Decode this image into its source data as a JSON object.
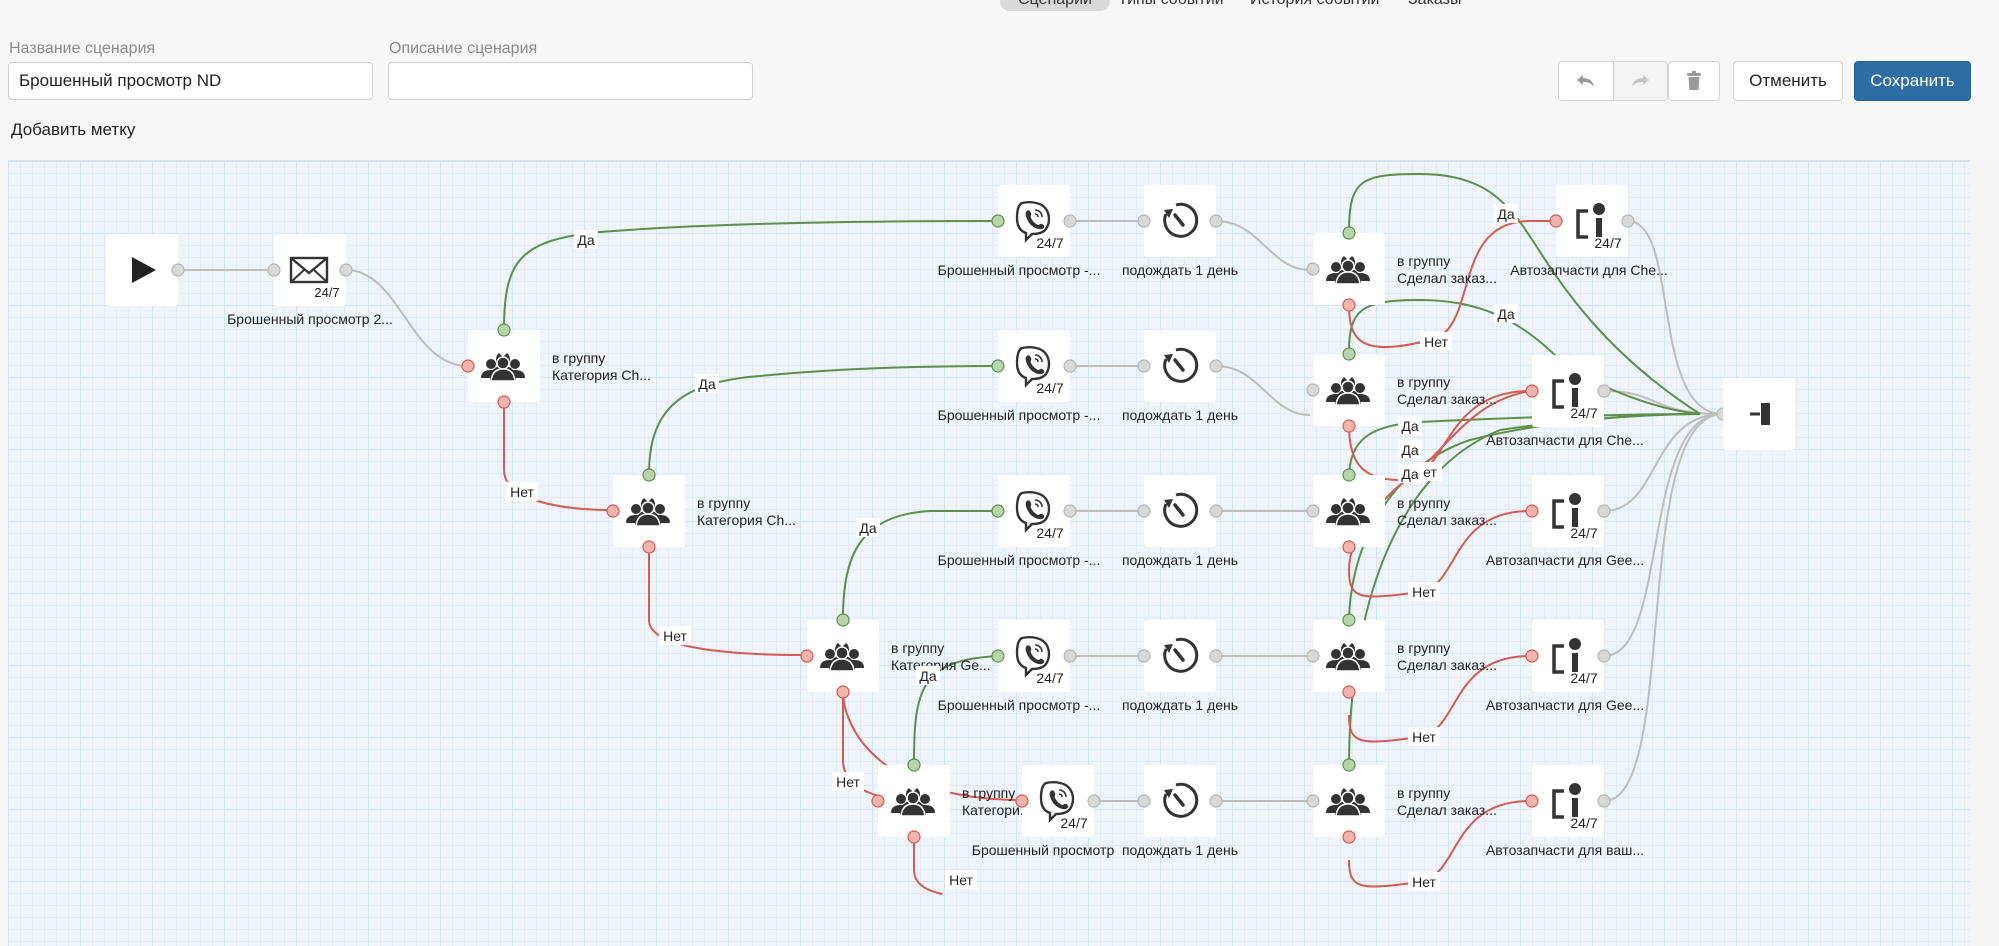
{
  "nav": {
    "tabs": [
      "Сценарии",
      "Типы событий",
      "История событий",
      "Заказы"
    ]
  },
  "form": {
    "name_label": "Название сценария",
    "name_value": "Брошенный просмотр ND",
    "desc_label": "Описание сценария",
    "desc_value": "",
    "add_tag": "Добавить метку"
  },
  "toolbar": {
    "cancel": "Отменить",
    "save": "Сохранить"
  },
  "icons": {
    "undo": "undo-icon",
    "redo": "redo-icon",
    "delete": "trash-icon",
    "start": "play-icon",
    "email": "envelope-icon",
    "viber": "viber-icon",
    "timer": "timer-icon",
    "group": "users-group-icon",
    "info": "info-icon",
    "end": "finish-icon"
  },
  "colors": {
    "yes_edge": "#5c8f4a",
    "no_edge": "#d25b52",
    "plain_edge": "#bdbdbd",
    "primary_button": "#2e6ca4"
  },
  "flow": {
    "badge": "24/7",
    "yes": "Да",
    "no": "Нет",
    "yes_partial": "ет",
    "nodes": {
      "email": "Брошенный просмотр 2...",
      "groups": [
        [
          "в группу",
          "Категория Ch..."
        ],
        [
          "в группу",
          "Категория Ch..."
        ],
        [
          "в группу",
          "Категория Ge..."
        ],
        [
          "в группу",
          "Категори..."
        ]
      ],
      "viber": [
        "Брошенный просмотр -...",
        "Брошенный просмотр -...",
        "Брошенный просмотр -...",
        "Брошенный просмотр -...",
        "Брошенный просмотр"
      ],
      "wait": [
        "подождать 1 день",
        "подождать 1 день",
        "подождать 1 день",
        "подождать 1 день",
        "подождать 1 день"
      ],
      "checks": [
        [
          "в группу",
          "Сделал заказ..."
        ],
        [
          "в группу",
          "Сделал заказ..."
        ],
        [
          "в группу",
          "Сделал заказ..."
        ],
        [
          "в группу",
          "Сделал заказ..."
        ],
        [
          "в группу",
          "Сделал заказ..."
        ]
      ],
      "actions": [
        "Автозапчасти для Che...",
        "Автозапчасти для Che...",
        "Автозапчасти для Gee...",
        "Автозапчасти для Gee...",
        "Автозапчасти для ваш..."
      ]
    }
  }
}
